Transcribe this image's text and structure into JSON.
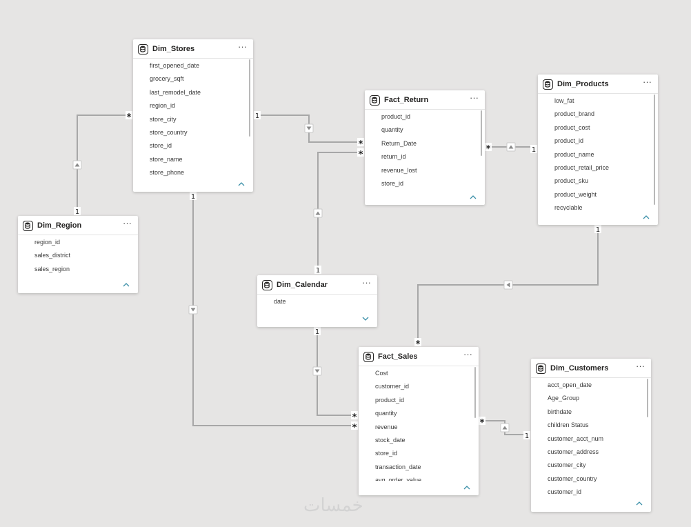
{
  "tables": {
    "dim_stores": {
      "title": "Dim_Stores",
      "fields": [
        "first_opened_date",
        "grocery_sqft",
        "last_remodel_date",
        "region_id",
        "store_city",
        "store_country",
        "store_id",
        "store_name",
        "store_phone"
      ]
    },
    "fact_return": {
      "title": "Fact_Return",
      "fields": [
        "product_id",
        "quantity",
        "Return_Date",
        "return_id",
        "revenue_lost",
        "store_id"
      ]
    },
    "dim_products": {
      "title": "Dim_Products",
      "fields": [
        "low_fat",
        "product_brand",
        "product_cost",
        "product_id",
        "product_name",
        "product_retail_price",
        "product_sku",
        "product_weight",
        "recyclable"
      ]
    },
    "dim_region": {
      "title": "Dim_Region",
      "fields": [
        "region_id",
        "sales_district",
        "sales_region"
      ]
    },
    "dim_calendar": {
      "title": "Dim_Calendar",
      "fields": [
        "date"
      ]
    },
    "fact_sales": {
      "title": "Fact_Sales",
      "fields": [
        "Cost",
        "customer_id",
        "product_id",
        "quantity",
        "revenue",
        "stock_date",
        "store_id",
        "transaction_date",
        "avg_order_value"
      ]
    },
    "dim_customers": {
      "title": "Dim_Customers",
      "fields": [
        "acct_open_date",
        "Age_Group",
        "birthdate",
        "children Status",
        "customer_acct_num",
        "customer_address",
        "customer_city",
        "customer_country",
        "customer_id"
      ]
    }
  },
  "cardinality": {
    "one": "1",
    "many": "*"
  },
  "more_glyph": "···",
  "watermark": "خمسات",
  "icons": {
    "table": "database-icon",
    "more": "more-options-icon",
    "collapse": "chevron-up-icon",
    "expand": "chevron-down-icon",
    "filter_direction": "filter-arrow-icon"
  }
}
